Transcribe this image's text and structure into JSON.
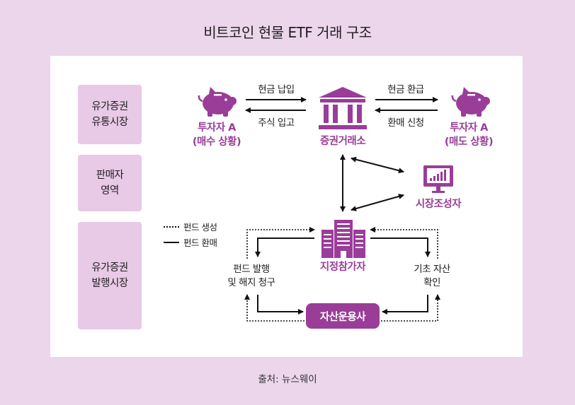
{
  "title": "비트코인 현물 ETF 거래 구조",
  "zones": {
    "market": "유가증권\n유통시장",
    "sales": "판매자\n영역",
    "issue": "유가증권\n발행시장"
  },
  "actors": {
    "investor_buy": "투자자 A\n(매수 상황)",
    "exchange": "증권거래소",
    "investor_sell": "투자자 A\n(매도 상황)",
    "market_maker": "시장조성자",
    "participant": "지정참가자",
    "asset_manager": "자산운용사"
  },
  "flows": {
    "cash_payment": "현금 납입",
    "stock_receipt": "주식 입고",
    "cash_refund": "현금 환급",
    "sell_request": "환매 신청",
    "fund_issue": "펀드 발행\n및 해지 청구",
    "asset_check": "기초 자산\n확인"
  },
  "legend": {
    "create": "펀드 생성",
    "redeem": "펀드 환매"
  },
  "source": "출처: 뉴스웨이",
  "colors": {
    "accent": "#9a3d99",
    "zone": "#e8c9e6",
    "background": "#ecd6ec"
  }
}
